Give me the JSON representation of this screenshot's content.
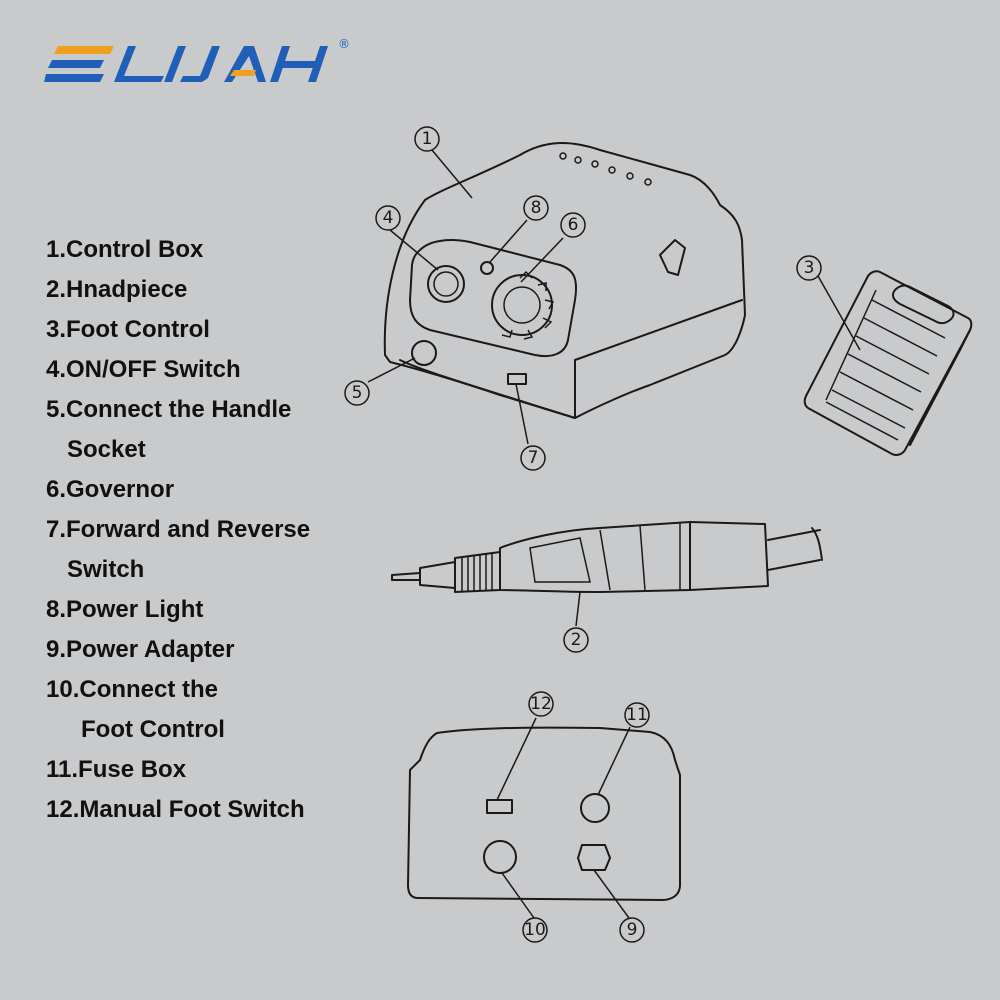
{
  "brand": {
    "name": "ELIJAH",
    "trademark": "®",
    "colors": {
      "orange": "#f0a020",
      "blue": "#1f5fb8"
    }
  },
  "parts": [
    {
      "line1": "1.Control Box",
      "line2": ""
    },
    {
      "line1": "2.Hnadpiece",
      "line2": ""
    },
    {
      "line1": "3.Foot Control",
      "line2": ""
    },
    {
      "line1": "4.ON/OFF Switch",
      "line2": ""
    },
    {
      "line1": "5.Connect the Handle",
      "line2": "Socket"
    },
    {
      "line1": "6.Governor",
      "line2": ""
    },
    {
      "line1": "7.Forward and Reverse",
      "line2": "Switch"
    },
    {
      "line1": "8.Power Light",
      "line2": ""
    },
    {
      "line1": "9.Power Adapter",
      "line2": ""
    },
    {
      "line1": "10.Connect the",
      "line2": "Foot Control"
    },
    {
      "line1": "11.Fuse Box",
      "line2": ""
    },
    {
      "line1": "12.Manual Foot Switch",
      "line2": ""
    }
  ],
  "callouts": {
    "c1": "1",
    "c2": "2",
    "c3": "3",
    "c4": "4",
    "c5": "5",
    "c6": "6",
    "c7": "7",
    "c8": "8",
    "c9": "9",
    "c10": "10",
    "c11": "11",
    "c12": "12"
  }
}
